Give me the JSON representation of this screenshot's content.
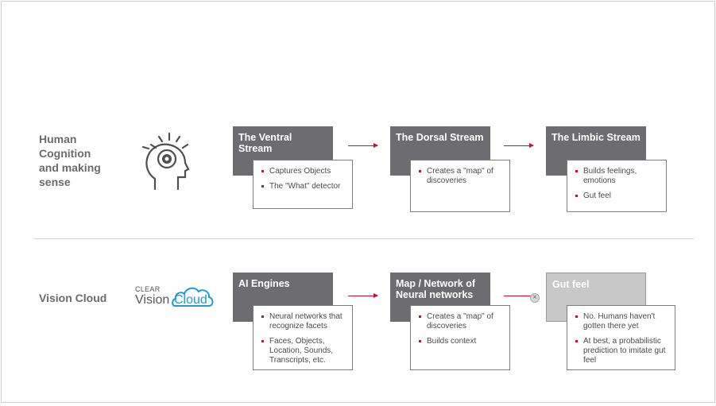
{
  "rows": {
    "human": {
      "title": "Human\nCognition\nand making\nsense"
    },
    "vision": {
      "title": "Vision Cloud"
    }
  },
  "logo": {
    "small": "CLEAR",
    "word1": "Vision",
    "word2": "Cloud"
  },
  "boxes": [
    {
      "title": "The Ventral Stream",
      "bullets": [
        "Captures Objects",
        "The \"What\" detector"
      ]
    },
    {
      "title": "The Dorsal Stream",
      "bullets": [
        "Creates a \"map\" of discoveries"
      ]
    },
    {
      "title": "The Limbic Stream",
      "bullets": [
        "Builds feelings, emotions",
        "Gut feel"
      ]
    },
    {
      "title": "AI Engines",
      "bullets": [
        "Neural networks that recognize facets",
        "Faces, Objects, Location, Sounds, Transcripts, etc."
      ]
    },
    {
      "title": "Map / Network of Neural networks",
      "bullets": [
        "Creates a \"map\" of discoveries",
        "Builds context"
      ]
    },
    {
      "title": "Gut feel",
      "bullets": [
        "No. Humans haven't gotten there yet",
        "At best, a probabilistic prediction to imitate gut feel"
      ]
    }
  ],
  "icons": {
    "head": "head-target-icon",
    "blocked": "x-circle-icon"
  },
  "colors": {
    "accent": "#c8102e",
    "header": "#6d6d71",
    "muted": "#c8c8c8",
    "brand_blue": "#1f9ad6",
    "text": "#6b6b6e"
  }
}
